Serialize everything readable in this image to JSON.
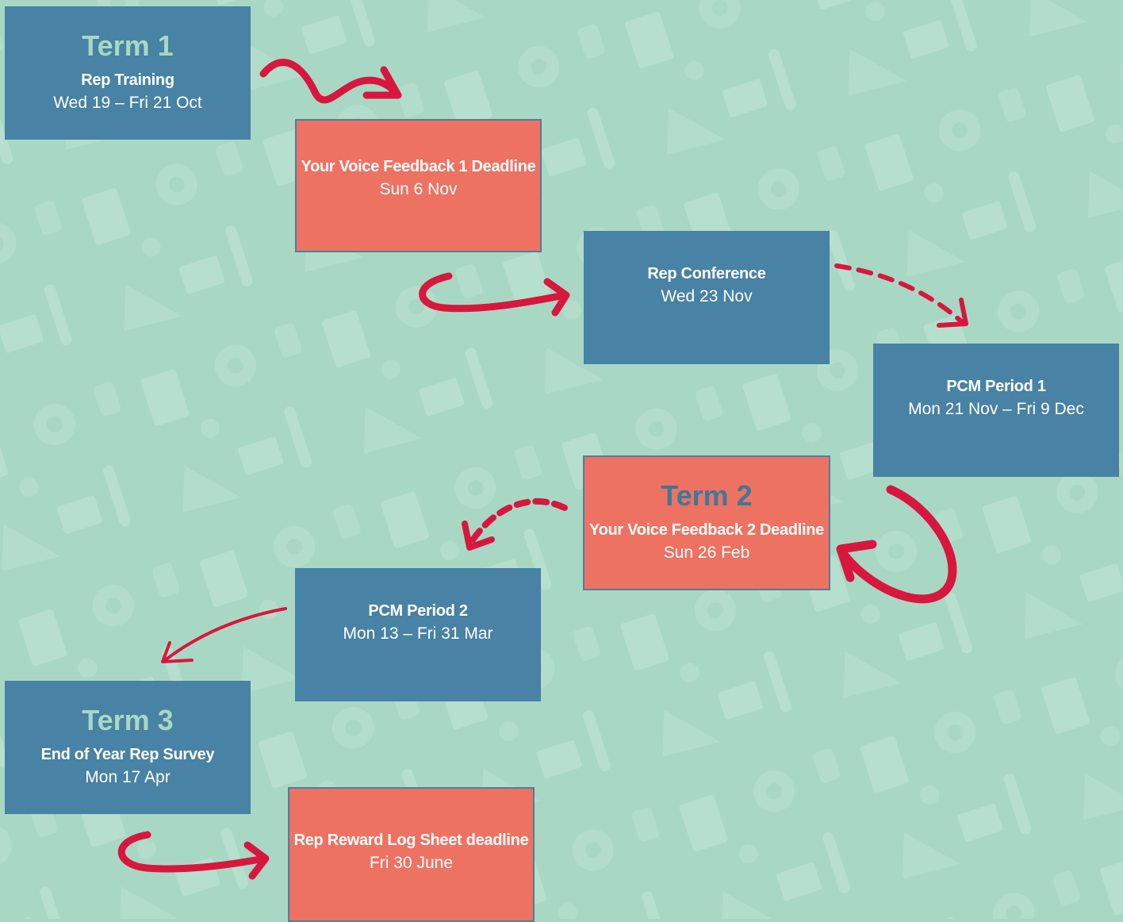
{
  "colors": {
    "background": "#a8d8c4",
    "blue_box": "#4882a4",
    "red_box": "#ee7262",
    "arrow": "#d8173e",
    "term_heading_on_blue": "#a8d8c4",
    "term_heading_on_red": "#3f7899"
  },
  "steps": [
    {
      "term": "Term 1",
      "title": "Rep Training",
      "date": "Wed 19 – Fri 21 Oct",
      "style": "blue"
    },
    {
      "term": "",
      "title": "Your Voice Feedback 1 Deadline",
      "date": "Sun 6 Nov",
      "style": "red"
    },
    {
      "term": "",
      "title": "Rep Conference",
      "date": "Wed 23 Nov",
      "style": "blue"
    },
    {
      "term": "",
      "title": "PCM Period 1",
      "date": "Mon 21 Nov – Fri 9 Dec",
      "style": "blue"
    },
    {
      "term": "Term 2",
      "title": "Your Voice Feedback 2 Deadline",
      "date": "Sun 26 Feb",
      "style": "red"
    },
    {
      "term": "",
      "title": "PCM Period 2",
      "date": "Mon 13 – Fri 31 Mar",
      "style": "blue"
    },
    {
      "term": "Term 3",
      "title": "End of Year Rep Survey",
      "date": "Mon 17 Apr",
      "style": "blue"
    },
    {
      "term": "",
      "title": "Rep Reward Log Sheet deadline",
      "date": "Fri 30 June",
      "style": "red"
    }
  ],
  "connectors": [
    {
      "from": "Rep Training",
      "to": "Your Voice Feedback 1 Deadline",
      "style": "solid"
    },
    {
      "from": "Your Voice Feedback 1 Deadline",
      "to": "Rep Conference",
      "style": "solid"
    },
    {
      "from": "Rep Conference",
      "to": "PCM Period 1",
      "style": "dashed"
    },
    {
      "from": "PCM Period 1",
      "to": "Your Voice Feedback 2 Deadline",
      "style": "solid"
    },
    {
      "from": "Your Voice Feedback 2 Deadline",
      "to": "PCM Period 2",
      "style": "dashed"
    },
    {
      "from": "PCM Period 2",
      "to": "End of Year Rep Survey",
      "style": "solid-thin"
    },
    {
      "from": "End of Year Rep Survey",
      "to": "Rep Reward Log Sheet deadline",
      "style": "solid"
    }
  ]
}
